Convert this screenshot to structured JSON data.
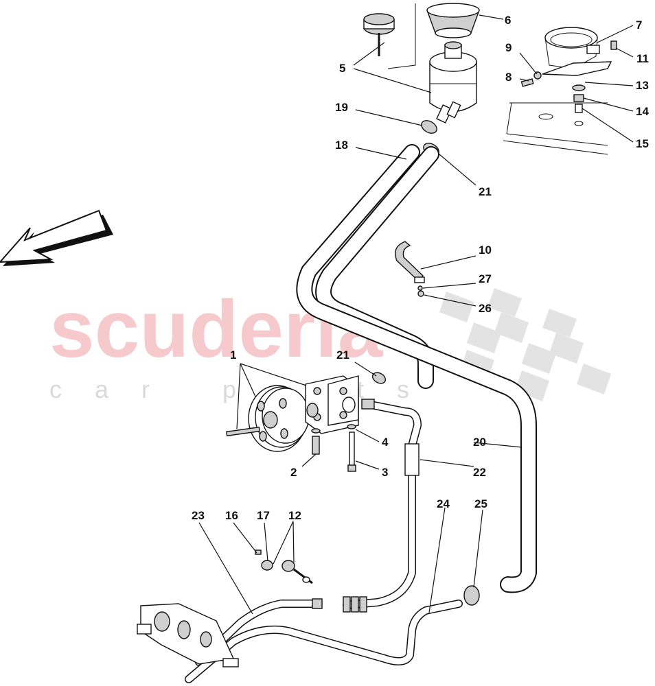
{
  "watermark": {
    "brand": "scuderia",
    "tagline": "car parts"
  },
  "callouts": {
    "c1": "1",
    "c2": "2",
    "c3": "3",
    "c4": "4",
    "c5": "5",
    "c6": "6",
    "c7": "7",
    "c8": "8",
    "c9": "9",
    "c10": "10",
    "c11": "11",
    "c12": "12",
    "c13": "13",
    "c14": "14",
    "c15": "15",
    "c16": "16",
    "c17": "17",
    "c18": "18",
    "c19": "19",
    "c20": "20",
    "c21a": "21",
    "c21b": "21",
    "c22": "22",
    "c23": "23",
    "c24": "24",
    "c25": "25",
    "c26": "26",
    "c27": "27"
  }
}
